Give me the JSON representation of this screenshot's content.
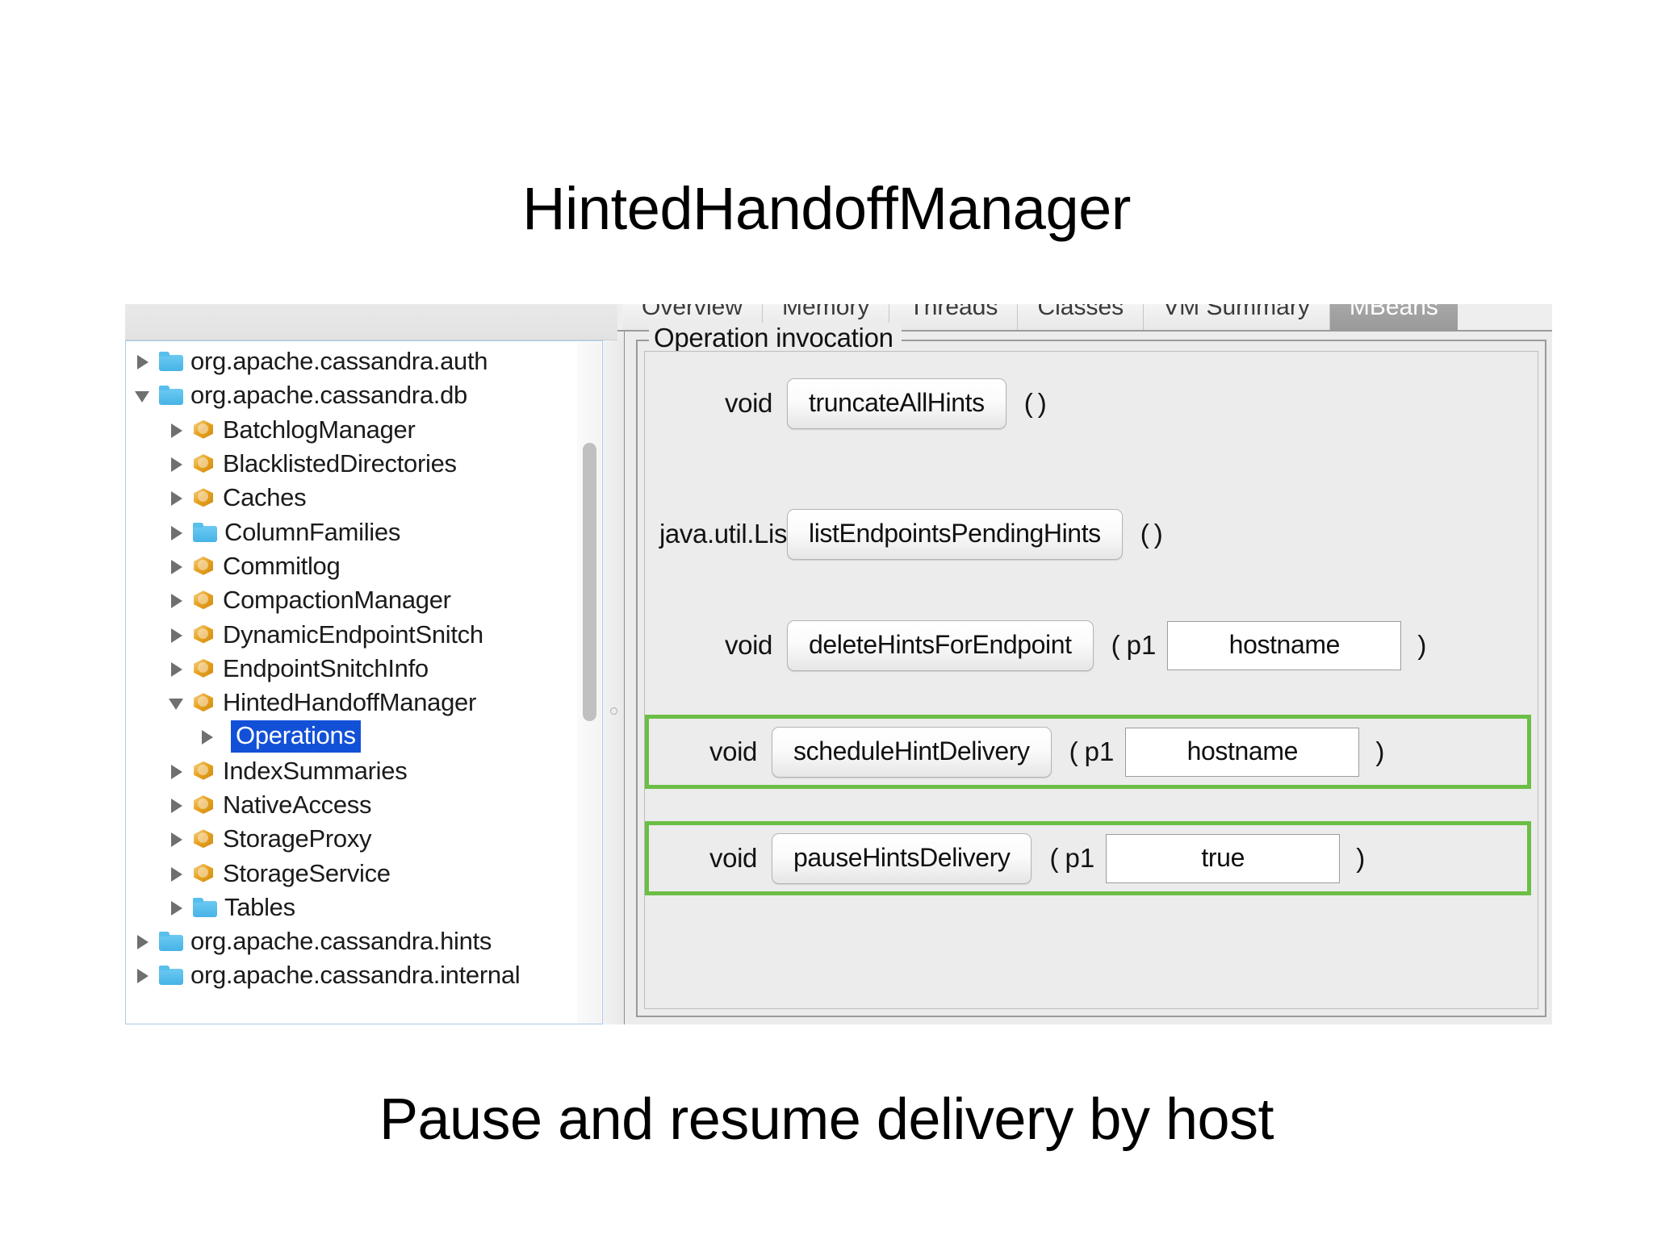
{
  "slide": {
    "title": "HintedHandoffManager",
    "caption": "Pause and resume delivery by host"
  },
  "colors": {
    "highlight_green": "#6cbe45",
    "selection_blue": "#1350d8",
    "folder_blue": "#46b3e6",
    "bean_gold": "#e8a321"
  },
  "app": {
    "tabs": [
      {
        "label": "Overview",
        "selected": false
      },
      {
        "label": "Memory",
        "selected": false
      },
      {
        "label": "Threads",
        "selected": false
      },
      {
        "label": "Classes",
        "selected": false
      },
      {
        "label": "VM Summary",
        "selected": false
      },
      {
        "label": "MBeans",
        "selected": true
      }
    ],
    "tree": [
      {
        "label": "org.apache.cassandra.auth",
        "icon": "folder-icon",
        "twisty": "closed",
        "indent": 1,
        "selected": false
      },
      {
        "label": "org.apache.cassandra.db",
        "icon": "folder-icon",
        "twisty": "open",
        "indent": 1,
        "selected": false
      },
      {
        "label": "BatchlogManager",
        "icon": "mbean-icon",
        "twisty": "closed",
        "indent": 2,
        "selected": false
      },
      {
        "label": "BlacklistedDirectories",
        "icon": "mbean-icon",
        "twisty": "closed",
        "indent": 2,
        "selected": false
      },
      {
        "label": "Caches",
        "icon": "mbean-icon",
        "twisty": "closed",
        "indent": 2,
        "selected": false
      },
      {
        "label": "ColumnFamilies",
        "icon": "folder-icon",
        "twisty": "closed",
        "indent": 2,
        "selected": false
      },
      {
        "label": "Commitlog",
        "icon": "mbean-icon",
        "twisty": "closed",
        "indent": 2,
        "selected": false
      },
      {
        "label": "CompactionManager",
        "icon": "mbean-icon",
        "twisty": "closed",
        "indent": 2,
        "selected": false
      },
      {
        "label": "DynamicEndpointSnitch",
        "icon": "mbean-icon",
        "twisty": "closed",
        "indent": 2,
        "selected": false
      },
      {
        "label": "EndpointSnitchInfo",
        "icon": "mbean-icon",
        "twisty": "closed",
        "indent": 2,
        "selected": false
      },
      {
        "label": "HintedHandoffManager",
        "icon": "mbean-icon",
        "twisty": "open",
        "indent": 2,
        "selected": false
      },
      {
        "label": "Operations",
        "icon": "none",
        "twisty": "closed",
        "indent": 3,
        "selected": true
      },
      {
        "label": "IndexSummaries",
        "icon": "mbean-icon",
        "twisty": "closed",
        "indent": 2,
        "selected": false
      },
      {
        "label": "NativeAccess",
        "icon": "mbean-icon",
        "twisty": "closed",
        "indent": 2,
        "selected": false
      },
      {
        "label": "StorageProxy",
        "icon": "mbean-icon",
        "twisty": "closed",
        "indent": 2,
        "selected": false
      },
      {
        "label": "StorageService",
        "icon": "mbean-icon",
        "twisty": "closed",
        "indent": 2,
        "selected": false
      },
      {
        "label": "Tables",
        "icon": "folder-icon",
        "twisty": "closed",
        "indent": 2,
        "selected": false
      },
      {
        "label": "org.apache.cassandra.hints",
        "icon": "folder-icon",
        "twisty": "closed",
        "indent": 1,
        "selected": false
      },
      {
        "label": "org.apache.cassandra.internal",
        "icon": "folder-icon",
        "twisty": "closed",
        "indent": 1,
        "selected": false
      }
    ],
    "operation_panel": {
      "title": "Operation invocation",
      "operations": [
        {
          "return_type": "void",
          "name": "truncateAllHints",
          "open_paren": "(",
          "close_paren": ")",
          "param_label": "",
          "param_value": "",
          "has_param": false,
          "highlighted": false
        },
        {
          "return_type": "java.util.List",
          "name": "listEndpointsPendingHints",
          "open_paren": "(",
          "close_paren": ")",
          "param_label": "",
          "param_value": "",
          "has_param": false,
          "highlighted": false
        },
        {
          "return_type": "void",
          "name": "deleteHintsForEndpoint",
          "open_paren": "(",
          "close_paren": ")",
          "param_label": "p1",
          "param_value": "hostname",
          "has_param": true,
          "highlighted": false
        },
        {
          "return_type": "void",
          "name": "scheduleHintDelivery",
          "open_paren": "(",
          "close_paren": ")",
          "param_label": "p1",
          "param_value": "hostname",
          "has_param": true,
          "highlighted": true
        },
        {
          "return_type": "void",
          "name": "pauseHintsDelivery",
          "open_paren": "(",
          "close_paren": ")",
          "param_label": "p1",
          "param_value": "true",
          "has_param": true,
          "highlighted": true
        }
      ]
    }
  }
}
